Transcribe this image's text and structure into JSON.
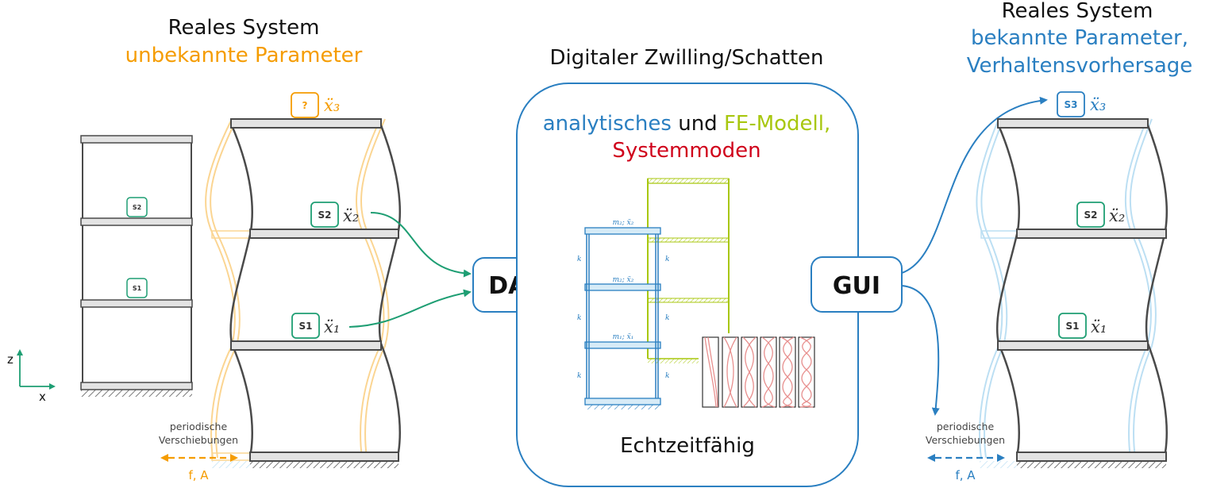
{
  "colors": {
    "orange": "#f59c00",
    "blue": "#2a7fc1",
    "green": "#1e9e73",
    "lime": "#a8c70f",
    "red": "#d0021b",
    "red_light": "#e8908f",
    "dark": "#4a4a4a",
    "light_blue": "#bcdff3",
    "light_orange": "#fbd592"
  },
  "left_title": {
    "line1": "Reales System",
    "line2": "unbekannte Parameter"
  },
  "center_title": "Digitaler Zwilling/Schatten",
  "right_title": {
    "line1": "Reales System",
    "line2": "bekannte Parameter,",
    "line3": "Verhaltensvorhersage"
  },
  "twin": {
    "line1_a": "analytisches",
    "line1_b": " und ",
    "line1_c": "FE-Modell,",
    "line2": "Systemmoden",
    "footer": "Echtzeitfähig",
    "model_labels": {
      "m2": "m₂; ẍ₂",
      "m1": "m₁; ẍ₁",
      "k": "k"
    }
  },
  "blocks": {
    "daq": "DAQ",
    "gui": "GUI"
  },
  "sensors": {
    "s1": "S1",
    "s2": "S2",
    "s3": "S3",
    "unknown": "?"
  },
  "accels": {
    "x1": "ẍ₁",
    "x2": "ẍ₂",
    "x3": "ẍ₃"
  },
  "excitation": {
    "line1": "periodische",
    "line2": "Verschiebungen",
    "label": "f, A"
  },
  "axes": {
    "z": "z",
    "x": "x"
  }
}
